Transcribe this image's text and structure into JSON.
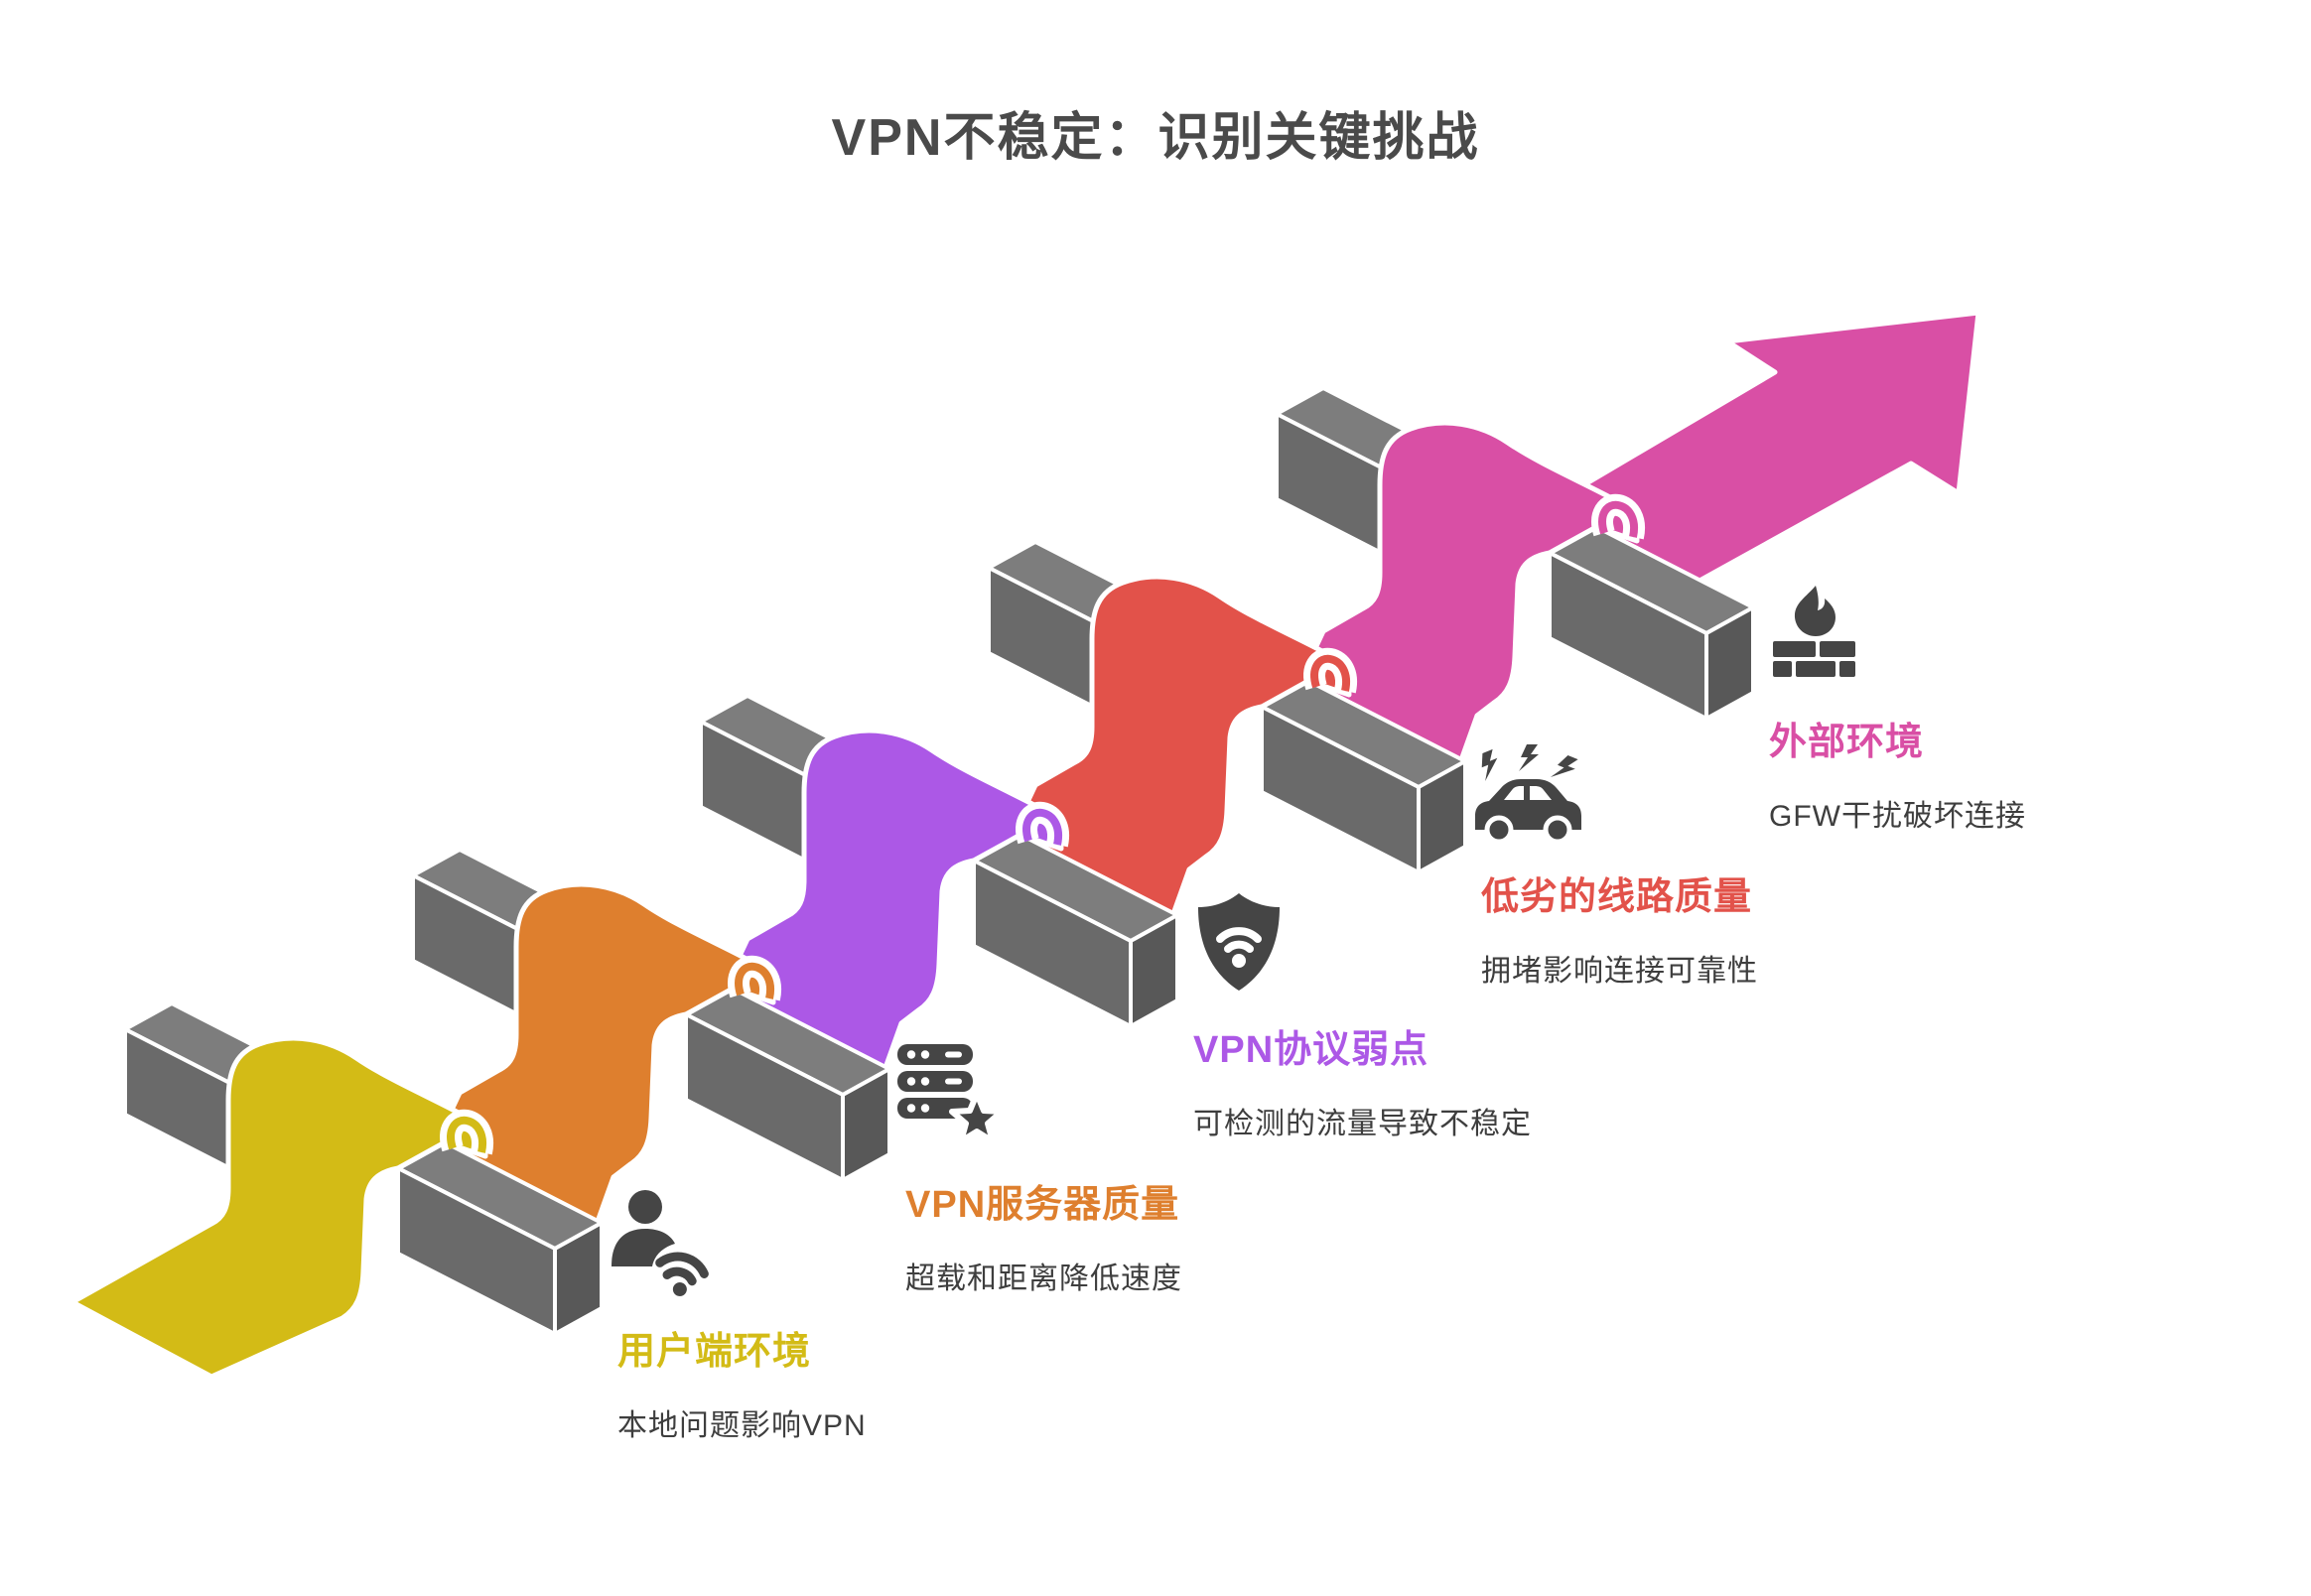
{
  "title": {
    "text": "VPN不稳定：识别关键挑战",
    "color": "#4a4a4a"
  },
  "palette": {
    "background": "#ffffff",
    "bar_top": "#7d7d7d",
    "bar_front": "#6a6a6a",
    "bar_end": "#585858",
    "icon_color": "#454545",
    "desc_color": "#3e3e3e"
  },
  "stages": [
    {
      "title": "用户端环境",
      "desc": "本地问题影响VPN",
      "color": "#d3bb16",
      "icon": "user-wifi-icon"
    },
    {
      "title": "VPN服务器质量",
      "desc": "超载和距离降低速度",
      "color": "#de7f2e",
      "icon": "server-star-icon"
    },
    {
      "title": "VPN协议弱点",
      "desc": "可检测的流量导致不稳定",
      "color": "#ac58e6",
      "icon": "shield-wifi-icon"
    },
    {
      "title": "低劣的线路质量",
      "desc": "拥堵影响连接可靠性",
      "color": "#e2524a",
      "icon": "car-accident-icon"
    },
    {
      "title": "外部环境",
      "desc": "GFW干扰破坏连接",
      "color": "#d94fa5",
      "icon": "firewall-icon"
    }
  ]
}
